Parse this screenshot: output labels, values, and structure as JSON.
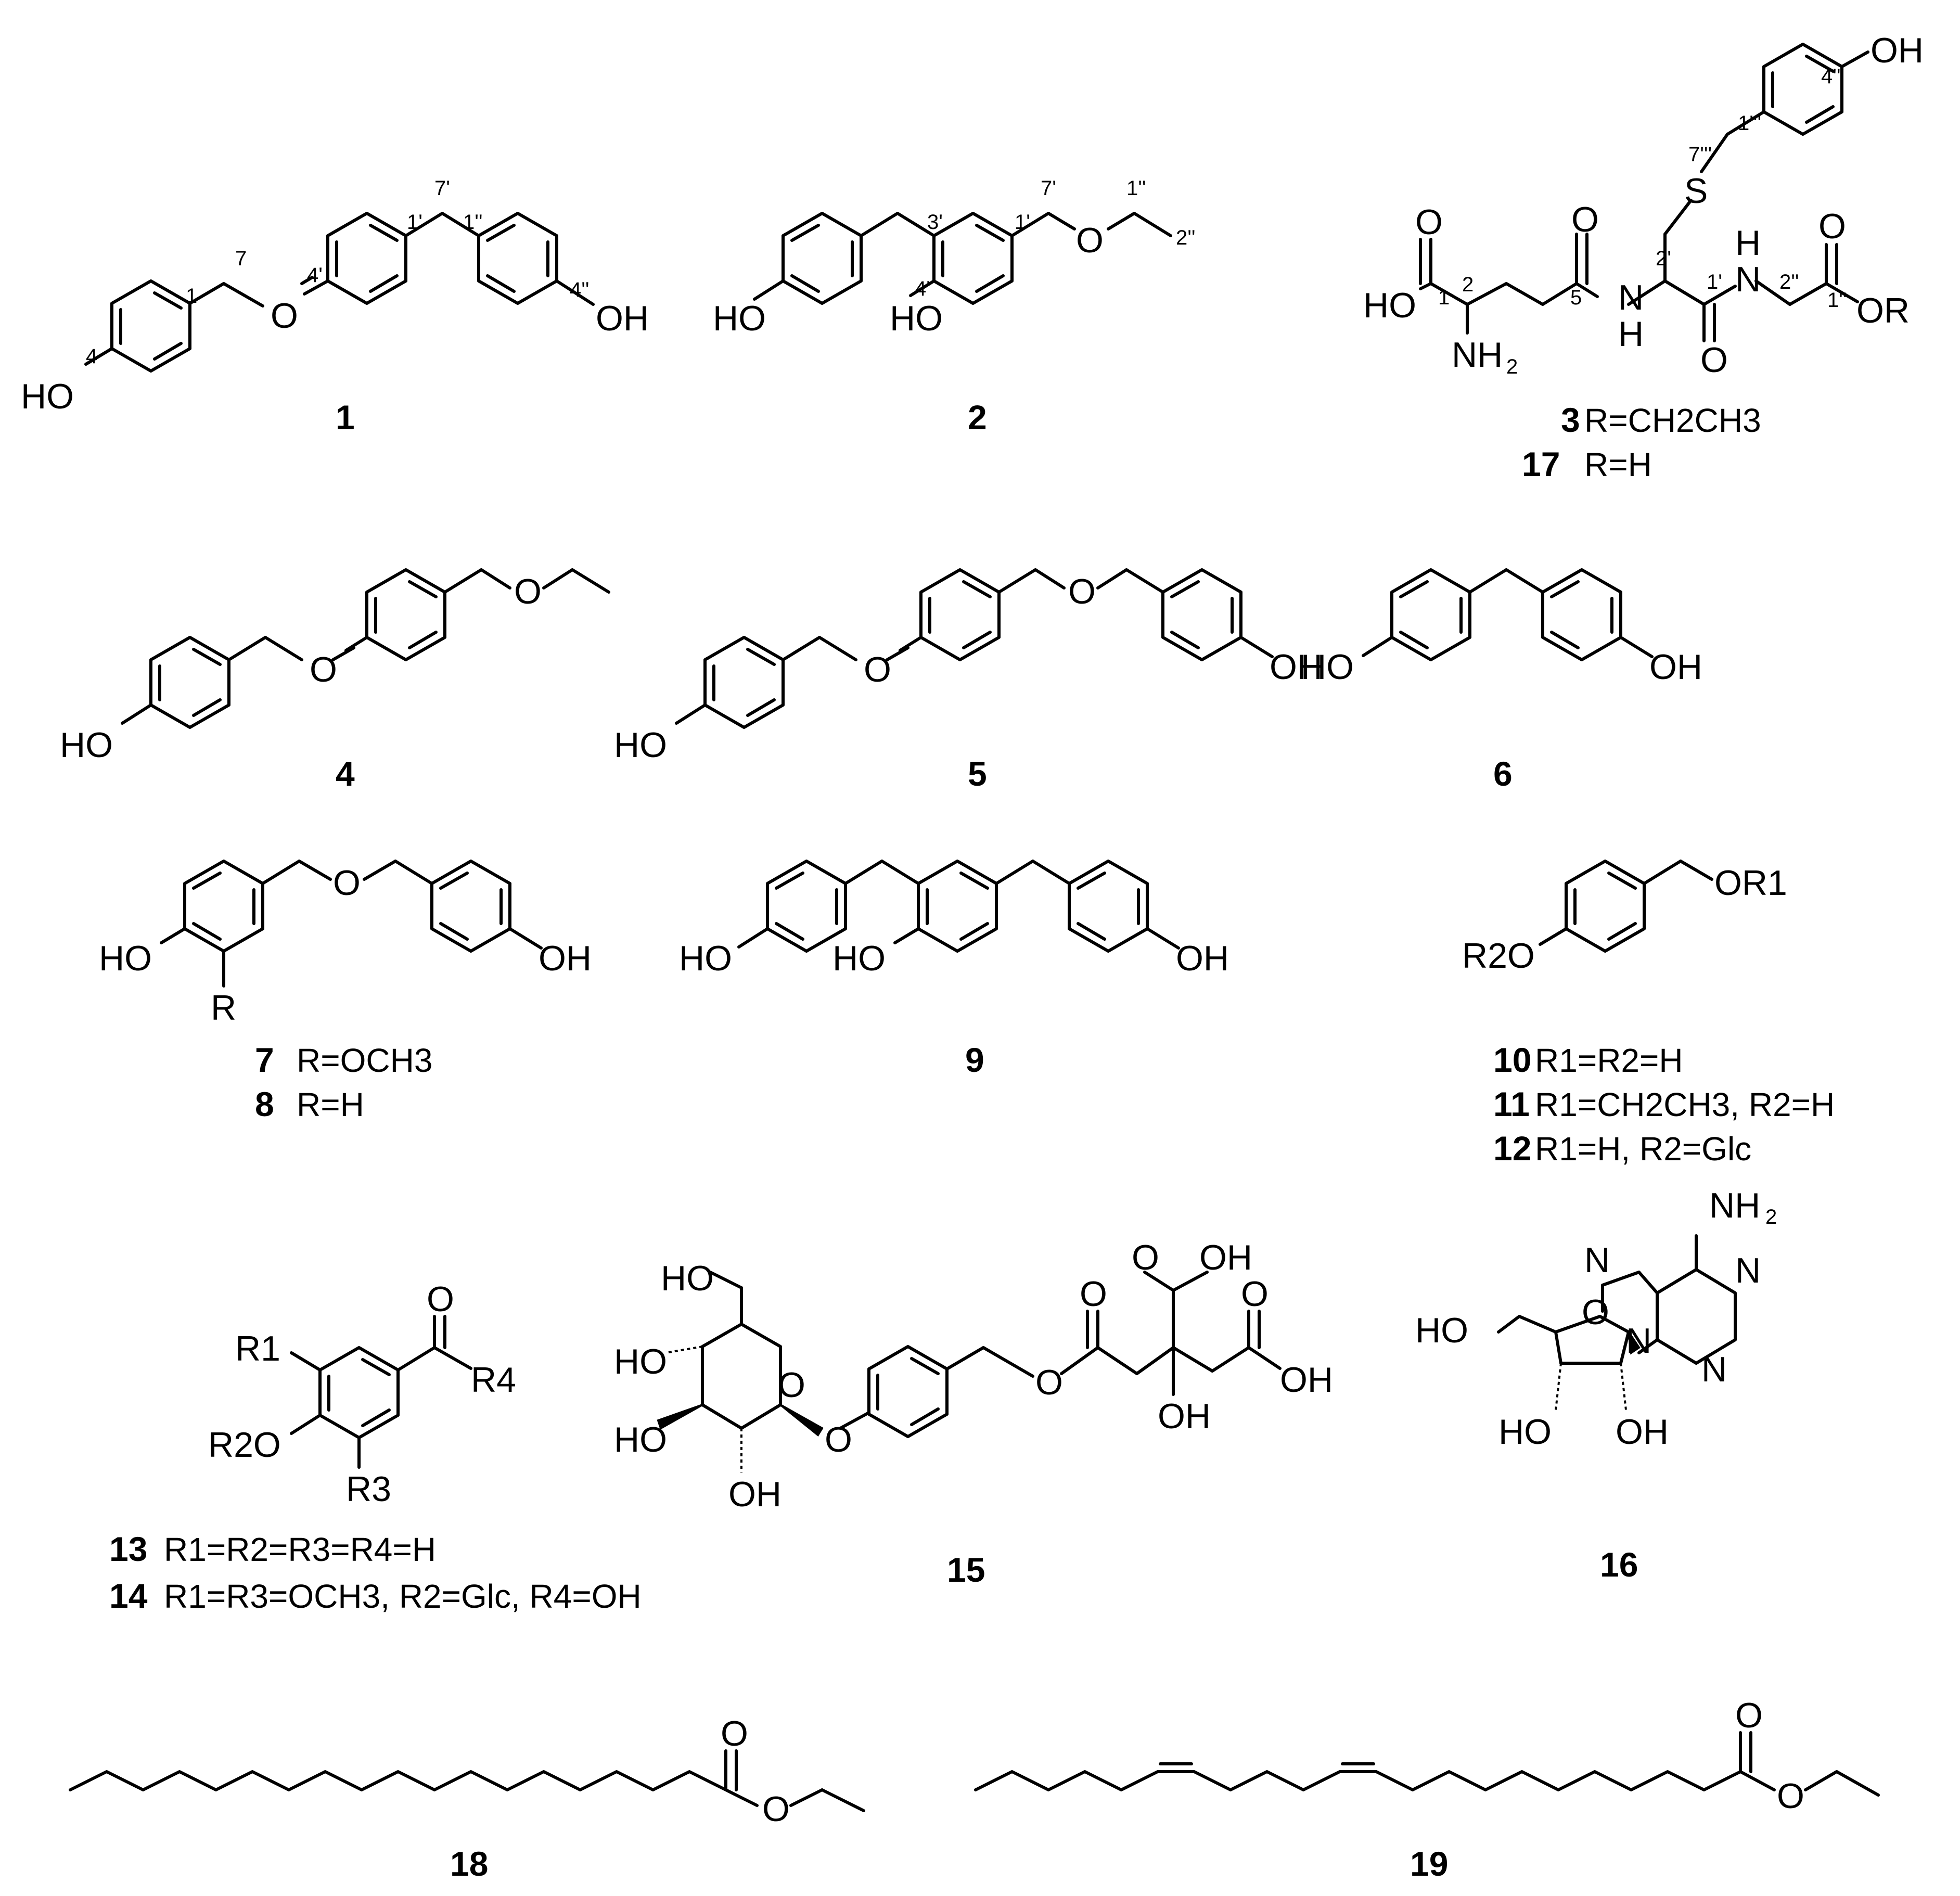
{
  "compounds": [
    {
      "id": "1"
    },
    {
      "id": "2"
    },
    {
      "id": "3"
    },
    {
      "id": "17"
    },
    {
      "id": "4"
    },
    {
      "id": "5"
    },
    {
      "id": "6"
    },
    {
      "id": "7"
    },
    {
      "id": "8"
    },
    {
      "id": "9"
    },
    {
      "id": "10"
    },
    {
      "id": "11"
    },
    {
      "id": "12"
    },
    {
      "id": "13"
    },
    {
      "id": "14"
    },
    {
      "id": "15"
    },
    {
      "id": "16"
    },
    {
      "id": "18"
    },
    {
      "id": "19"
    }
  ],
  "legends": {
    "c3": "R=CH2CH3",
    "c17": "R=H",
    "c7": "R=OCH3",
    "c8": "R=H",
    "c10": "R1=R2=H",
    "c11": "R1=CH2CH3, R2=H",
    "c12": "R1=H, R2=Glc",
    "c13": "R1=R2=R3=R4=H",
    "c14": "R1=R3=OCH3, R2=Glc, R4=OH"
  },
  "atoms": {
    "HO": "HO",
    "OH": "OH",
    "O": "O",
    "S": "S",
    "N": "N",
    "H": "H",
    "NH": "NH",
    "NH2": "NH2",
    "OR": "OR",
    "R": "R",
    "OR1": "OR1",
    "R2O": "R2O",
    "R1": "R1",
    "R3": "R3",
    "R4": "R4"
  },
  "positions": {
    "p1": "1",
    "p2": "2",
    "p4": "4",
    "p5": "5",
    "p7": "7",
    "p1p": "1'",
    "p2p": "2'",
    "p3p": "3'",
    "p4p": "4'",
    "p7p": "7'",
    "p1pp": "1''",
    "p2pp": "2''",
    "p4pp": "4''",
    "p1ppp": "1'''",
    "p4ppp": "4'''",
    "p7ppp": "7'''"
  }
}
